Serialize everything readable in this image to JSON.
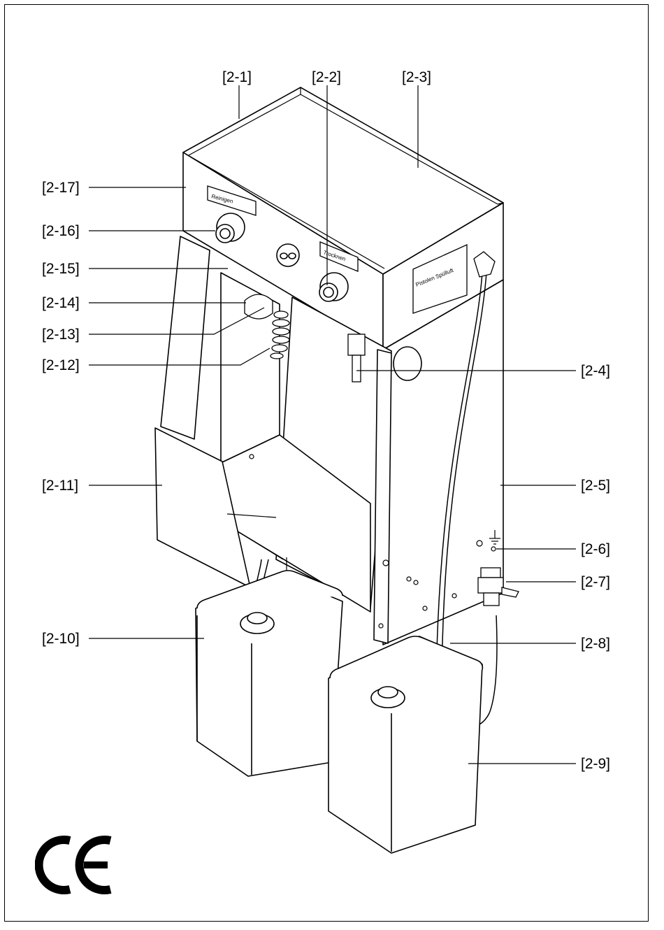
{
  "labels": {
    "c2_1": "[2-1]",
    "c2_2": "[2-2]",
    "c2_3": "[2-3]",
    "c2_4": "[2-4]",
    "c2_5": "[2-5]",
    "c2_6": "[2-6]",
    "c2_7": "[2-7]",
    "c2_8": "[2-8]",
    "c2_9": "[2-9]",
    "c2_10": "[2-10]",
    "c2_11": "[2-11]",
    "c2_12": "[2-12]",
    "c2_13": "[2-13]",
    "c2_14": "[2-14]",
    "c2_15": "[2-15]",
    "c2_16": "[2-16]",
    "c2_17": "[2-17]"
  },
  "plates": {
    "front_left": "Reinigen",
    "front_right": "Trocknen",
    "side": "Pistolen Spülluft"
  },
  "mark": "CE"
}
